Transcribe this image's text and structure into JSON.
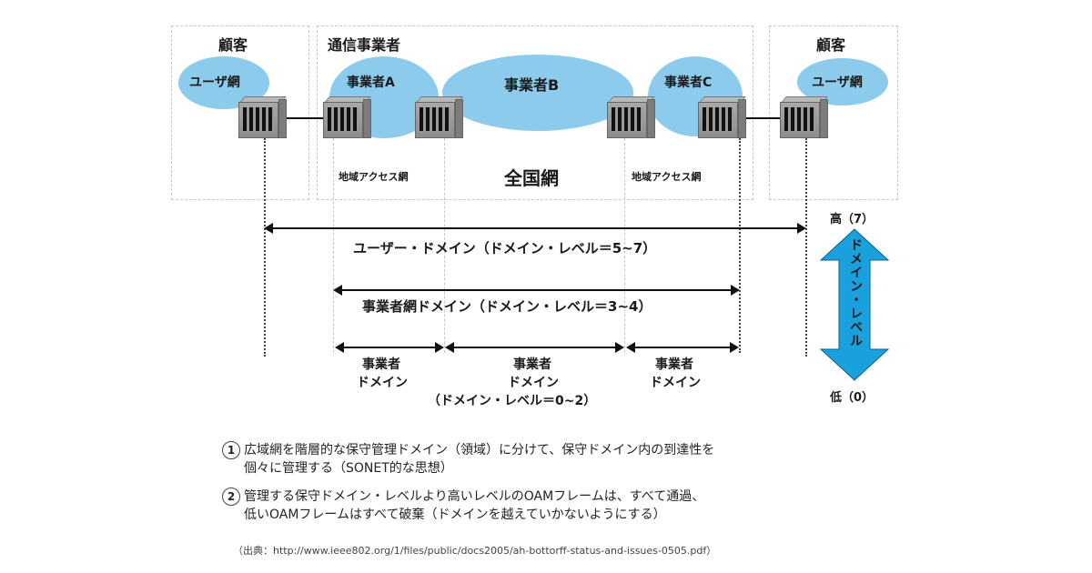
{
  "diagram": {
    "zones": {
      "customer_left": "顧客",
      "carrier": "通信事業者",
      "customer_right": "顧客"
    },
    "clouds": {
      "user_net_left": "ユーザ網",
      "carrier_a": "事業者A",
      "carrier_b": "事業者B",
      "carrier_c": "事業者C",
      "user_net_right": "ユーザ網"
    },
    "network_labels": {
      "access_left": "地域アクセス網",
      "national": "全国網",
      "access_right": "地域アクセス網"
    },
    "domains": {
      "user_domain": "ユーザー・ドメイン（ドメイン・レベル＝5~7）",
      "carrier_net_domain": "事業者網ドメイン（ドメイン・レベル＝3~4）",
      "operator_domain_line1": "事業者",
      "operator_domain_line2": "ドメイン",
      "operator_domain_level": "（ドメイン・レベル＝0~2）"
    },
    "level_scale": {
      "high": "高（7）",
      "low": "低（0）",
      "label": "ドメイン・レベル",
      "color": "#1aa0dc"
    },
    "cloud_color": "#8ccbeb"
  },
  "notes": [
    {
      "num": "1",
      "line1": "広域網を階層的な保守管理ドメイン（領域）に分けて、保守ドメイン内の到達性を",
      "line2": "個々に管理する（SONET的な思想）"
    },
    {
      "num": "2",
      "line1": "管理する保守ドメイン・レベルより高いレベルのOAMフレームは、すべて通過、",
      "line2": "低いOAMフレームはすべて破棄（ドメインを越えていかないようにする）"
    }
  ],
  "source": "（出典：http://www.ieee802.org/1/files/public/docs2005/ah-bottorff-status-and-issues-0505.pdf）"
}
